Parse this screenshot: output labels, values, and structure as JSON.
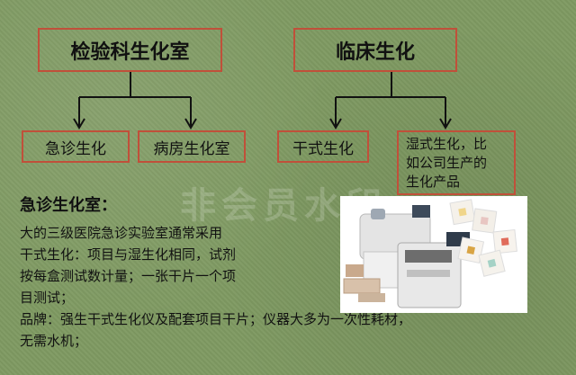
{
  "diagram": {
    "left_root": "检验科生化室",
    "right_root": "临床生化",
    "children": {
      "emergency": "急诊生化",
      "ward": "病房生化室",
      "dry": "干式生化",
      "wet": [
        "湿式生化，比",
        "如公司生产的",
        "生化产品"
      ]
    }
  },
  "watermark": "非会员水印",
  "section": {
    "title": "急诊生化室：",
    "lines": [
      "大的三级医院急诊实验室通常采用",
      "干式生化：项目与湿生化相同，试剂",
      "按每盒测试数计量；一张干片一个项",
      "目测试；",
      "品牌：强生干式生化仪及配套项目干片；仪器大多为一次性耗材，",
      "无需水机；"
    ]
  },
  "colors": {
    "box_border": "#c0503a",
    "arrow": "#111111",
    "background": "#7f9a62"
  }
}
